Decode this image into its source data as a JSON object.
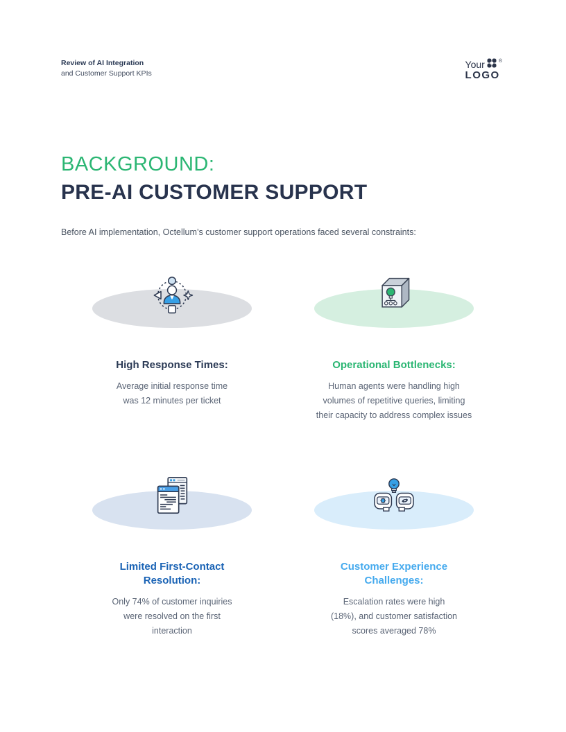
{
  "page": {
    "header": {
      "doc_title_bold": "Review of AI Integration",
      "doc_title_rest": "and Customer Support KPIs",
      "logo_top": "Your",
      "logo_bottom": "LOGO",
      "logo_registered": "®"
    },
    "section": {
      "kicker": "BACKGROUND:",
      "title": "PRE-AI CUSTOMER SUPPORT",
      "intro": "Before AI implementation, Octellum’s customer support operations faced several constraints:"
    },
    "colors": {
      "accent_green": "#2bb673",
      "heading_navy": "#28334d",
      "title_blue": "#1a63b5",
      "title_sky": "#45aaee",
      "body_gray": "#5b6576",
      "ellipse_gray": "#dcdee2",
      "ellipse_green": "#d5efe0",
      "ellipse_blue": "#d8e2f0",
      "ellipse_sky": "#d9edfb",
      "icon_blue": "#37a0e6"
    },
    "cards": [
      {
        "icon": "user-process-icon",
        "ellipse_color": "#dcdee2",
        "title_color": "#2b3a55",
        "title_lines": [
          "High Response Times:"
        ],
        "description_lines": [
          "Average initial response time",
          "was 12 minutes per ticket"
        ]
      },
      {
        "icon": "idea-box-icon",
        "ellipse_color": "#d5efe0",
        "title_color": "#2bb673",
        "title_lines": [
          "Operational Bottlenecks:"
        ],
        "description_lines": [
          "Human agents were handling high",
          "volumes of repetitive queries, limiting",
          "their capacity to address complex issues"
        ]
      },
      {
        "icon": "documents-icon",
        "ellipse_color": "#d8e2f0",
        "title_color": "#1a63b5",
        "title_lines": [
          "Limited First-Contact",
          "Resolution:"
        ],
        "description_lines": [
          "Only 74% of customer inquiries",
          "were resolved on the first",
          "interaction"
        ]
      },
      {
        "icon": "minds-idea-icon",
        "ellipse_color": "#d9edfb",
        "title_color": "#45aaee",
        "title_lines": [
          "Customer Experience",
          "Challenges:"
        ],
        "description_lines": [
          "Escalation rates were high",
          "(18%), and customer satisfaction",
          "scores averaged 78%"
        ]
      }
    ]
  }
}
